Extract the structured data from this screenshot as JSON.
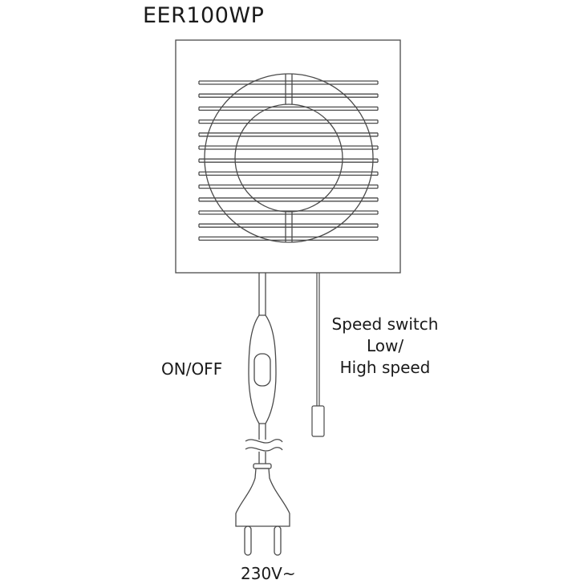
{
  "title": "EER100WP",
  "labels": {
    "on_off": "ON/OFF",
    "speed_switch": [
      "Speed switch",
      "Low/",
      "High speed"
    ],
    "voltage": "230V~"
  },
  "colors": {
    "line": "#4a4a4a",
    "background": "#ffffff",
    "text": "#1a1a1a"
  },
  "icons": {
    "fan": "fan-grille-icon",
    "switch": "inline-switch-icon",
    "cord_break": "wire-break-icon",
    "plug": "euro-plug-icon",
    "pull_cord": "pull-cord-icon"
  }
}
